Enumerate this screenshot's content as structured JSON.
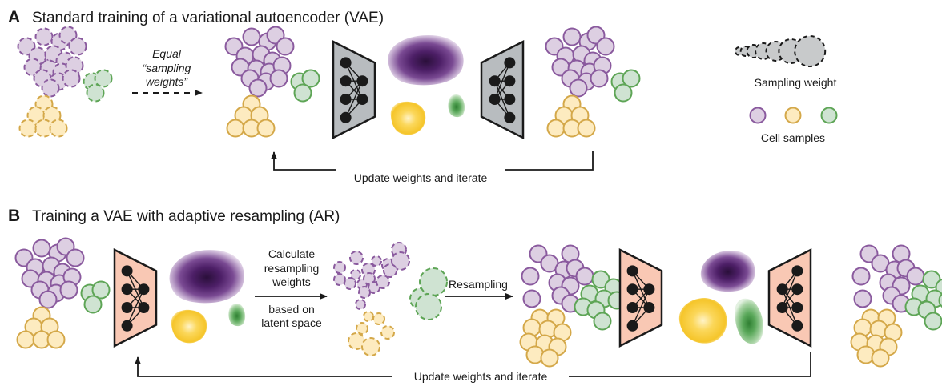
{
  "colors": {
    "purple_fill": "#ddcfe2",
    "purple_stroke": "#8a5a9e",
    "yellow_fill": "#fdebc0",
    "yellow_stroke": "#d4a849",
    "green_fill": "#cfe3d2",
    "green_stroke": "#5ea556",
    "encoder_gray": "#b8bcbf",
    "encoder_salmon": "#f9c8b4",
    "legend_gray": "#c8cacb",
    "node": "#1a1a1a"
  },
  "panel_a": {
    "letter": "A",
    "title": "Standard training of a variational autoencoder (VAE)",
    "arrow_label_line1": "Equal",
    "arrow_label_line2": "“sampling",
    "arrow_label_line3": "weights”",
    "loop_label": "Update weights and iterate"
  },
  "panel_b": {
    "letter": "B",
    "title": "Training a VAE with adaptive resampling (AR)",
    "calc_label_line1": "Calculate",
    "calc_label_line2": "resampling",
    "calc_label_line3": "weights",
    "calc_label_line4": "based on",
    "calc_label_line5": "latent space",
    "resampling_label": "Resampling",
    "loop_label": "Update weights and iterate"
  },
  "legend": {
    "sampling_weight_label": "Sampling weight",
    "cell_samples_label": "Cell samples",
    "cell_types": [
      "purple",
      "yellow",
      "green"
    ]
  }
}
